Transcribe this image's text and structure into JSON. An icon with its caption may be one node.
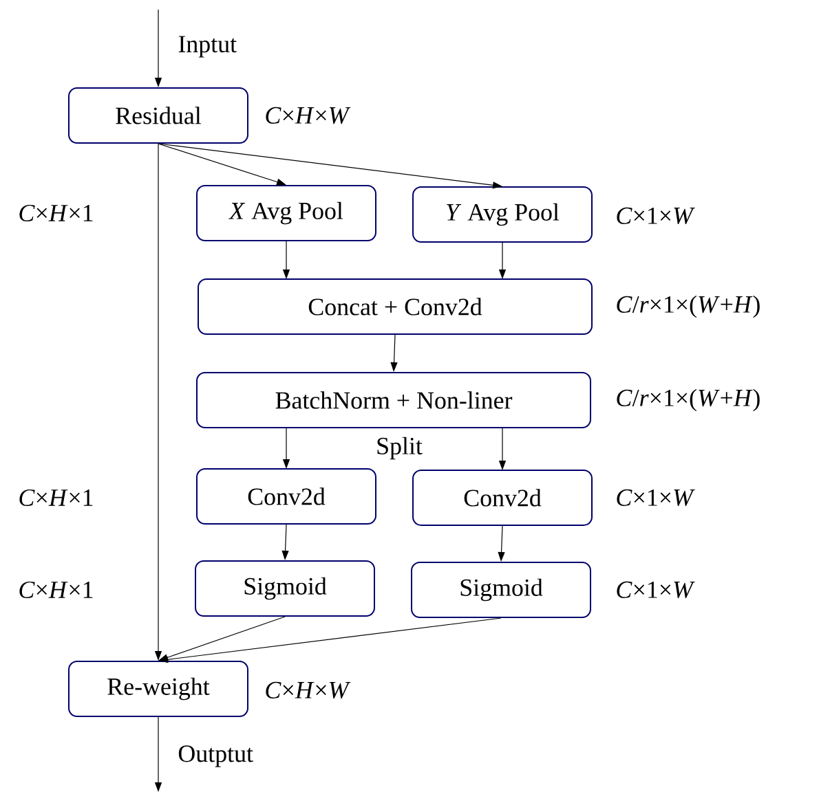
{
  "diagram": {
    "nodes": [
      {
        "text": [
          "Residual"
        ],
        "beside": [
          "*C*×*H*×*W*"
        ]
      },
      {
        "text": [
          "*X* Avg Pool"
        ]
      },
      {
        "text": [
          "*Y* Avg Pool"
        ],
        "beside": [
          "*C*×1×*W*"
        ]
      },
      {
        "text": [
          "Concat + Conv2d"
        ],
        "beside": [
          "*C*/*r*×1×(*W*+*H*)"
        ]
      },
      {
        "text": [
          "BatchNorm + Non-liner"
        ],
        "beside": [
          "*C*/*r*×1×(*W*+*H*)"
        ]
      },
      {
        "text": [
          "Conv2d"
        ]
      },
      {
        "text": [
          "Conv2d"
        ],
        "beside": [
          "*C*×1×*W*"
        ]
      },
      {
        "text": [
          "Sigmoid"
        ]
      },
      {
        "text": [
          "Sigmoid"
        ],
        "beside": [
          "*C*×1×*W*"
        ]
      },
      {
        "text": [
          "Re-weight"
        ],
        "beside": [
          "*C*×*H*×*W*"
        ]
      }
    ],
    "edges": [
      {
        "from": null,
        "to": 0,
        "arrow": "to",
        "label": "Inptut"
      },
      {
        "from": 0,
        "to": 1,
        "arrow": "to"
      },
      {
        "from": 0,
        "to": 2,
        "arrow": "to"
      },
      {
        "from": 1,
        "to": 3,
        "arrow": "to"
      },
      {
        "from": 2,
        "to": 3,
        "arrow": "to"
      },
      {
        "from": 3,
        "to": 4,
        "arrow": "to"
      },
      {
        "from": 4,
        "to": 5,
        "arrow": "to"
      },
      {
        "from": 4,
        "to": 6,
        "arrow": "to"
      },
      {
        "from": 5,
        "to": 7,
        "arrow": "to"
      },
      {
        "from": 6,
        "to": 8,
        "arrow": "to"
      },
      {
        "from": 0,
        "to": 9,
        "arrow": "to"
      },
      {
        "from": 7,
        "to": 9,
        "arrow": "to"
      },
      {
        "from": 8,
        "to": 9,
        "arrow": "to"
      },
      {
        "from": 9,
        "to": null,
        "arrow": "to",
        "label": "Outptut"
      }
    ],
    "labels": [
      "*C*×*H*×1",
      "Split",
      "*C*×*H*×1",
      "*C*×*H*×1"
    ]
  }
}
